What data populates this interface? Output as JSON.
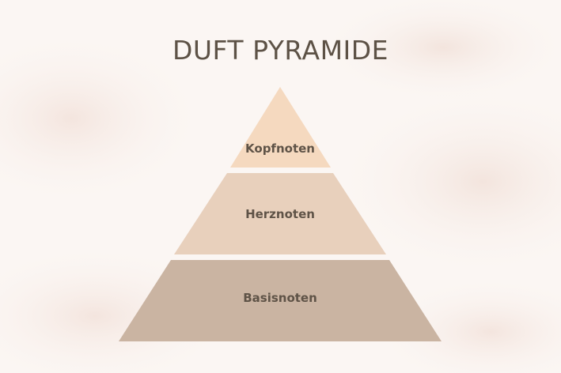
{
  "title": "DUFT PYRAMIDE",
  "tiers": [
    {
      "label": "Kopfnoten",
      "color": "#f5d9bf"
    },
    {
      "label": "Herznoten",
      "color": "#e8d0bc"
    },
    {
      "label": "Basisnoten",
      "color": "#cab4a2"
    }
  ],
  "colors": {
    "background": "#fbf6f3",
    "title": "#5d5246",
    "label": "#5f5347"
  }
}
